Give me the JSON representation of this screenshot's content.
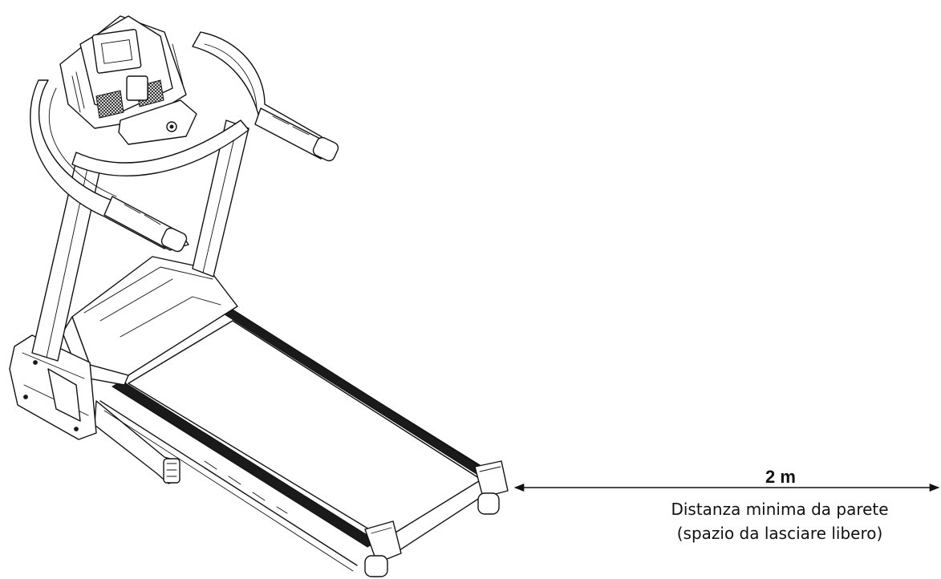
{
  "measurement": {
    "distance": "2 m",
    "caption_line1": "Distanza minima da parete",
    "caption_line2": "(spazio da lasciare libero)"
  },
  "colors": {
    "line": "#111111",
    "background": "#ffffff"
  }
}
